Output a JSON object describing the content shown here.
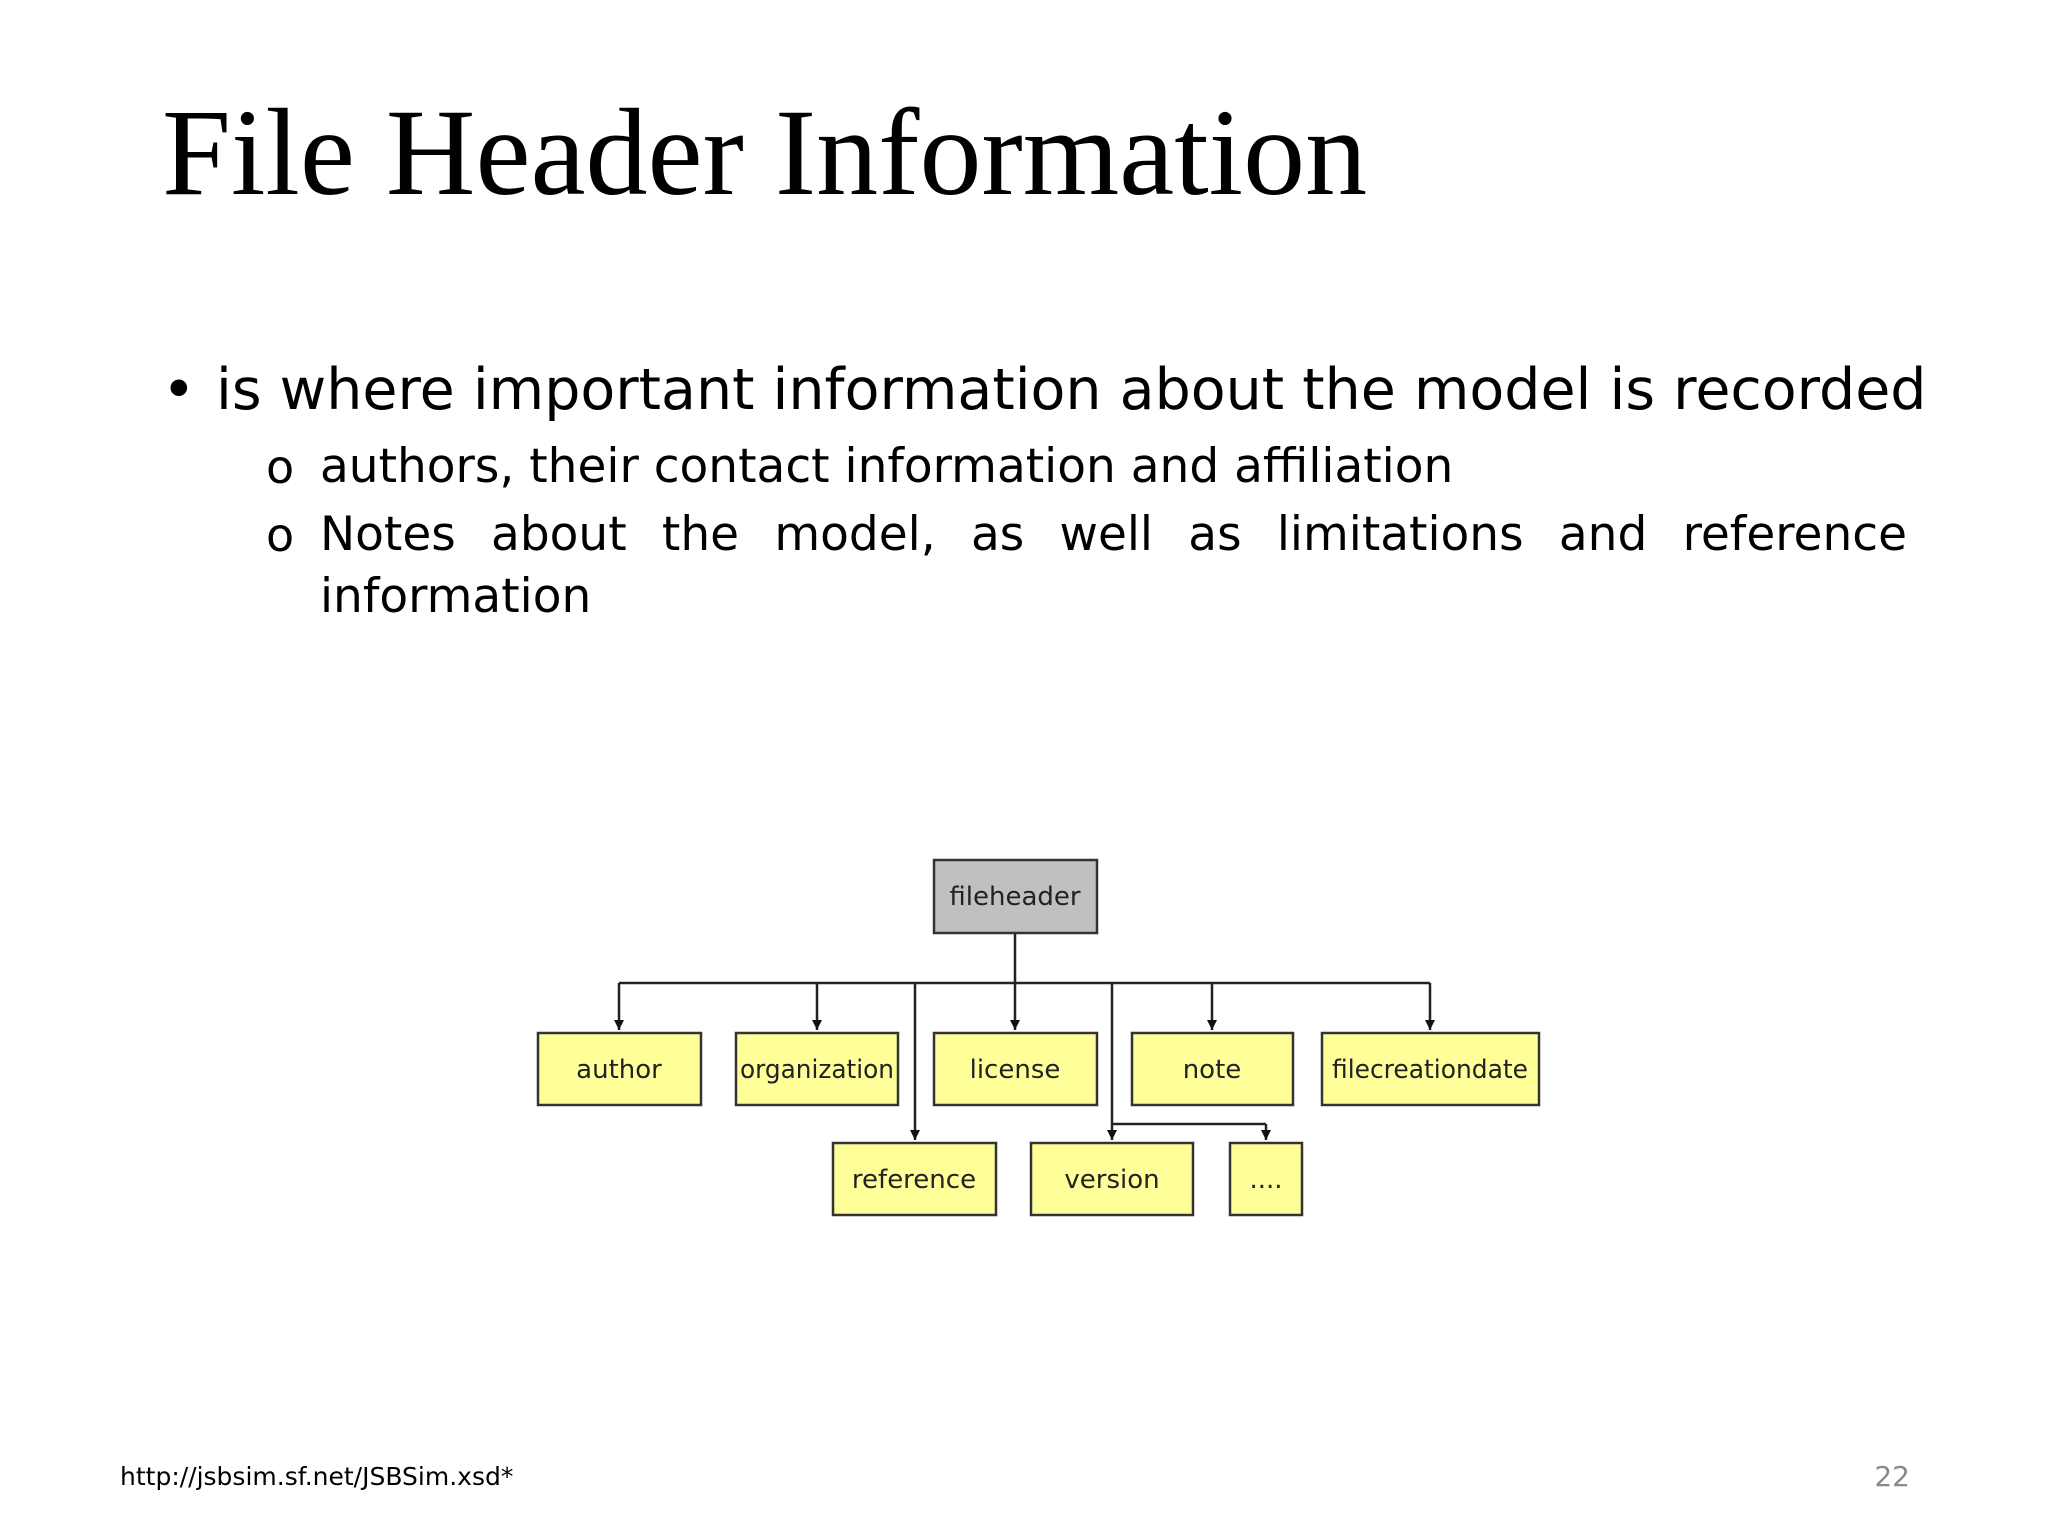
{
  "slide": {
    "title": "File Header Information",
    "bullet_main": "is where important information about the model is recorded",
    "sub_bullets": [
      "authors, their contact information and affiliation",
      "Notes about the model, as well as limitations and reference information"
    ],
    "bullet_mark": "•",
    "sub_mark": "o"
  },
  "diagram": {
    "root": "fileheader",
    "children_row1": [
      "author",
      "organization",
      "license",
      "note",
      "filecreationdate"
    ],
    "children_row2": [
      "reference",
      "version",
      "...."
    ],
    "colors": {
      "root_fill": "#c0c0c0",
      "child_fill": "#ffff99",
      "stroke": "#333333"
    }
  },
  "footer": {
    "source": "http://jsbsim.sf.net/JSBSim.xsd*",
    "page_number": "22"
  }
}
